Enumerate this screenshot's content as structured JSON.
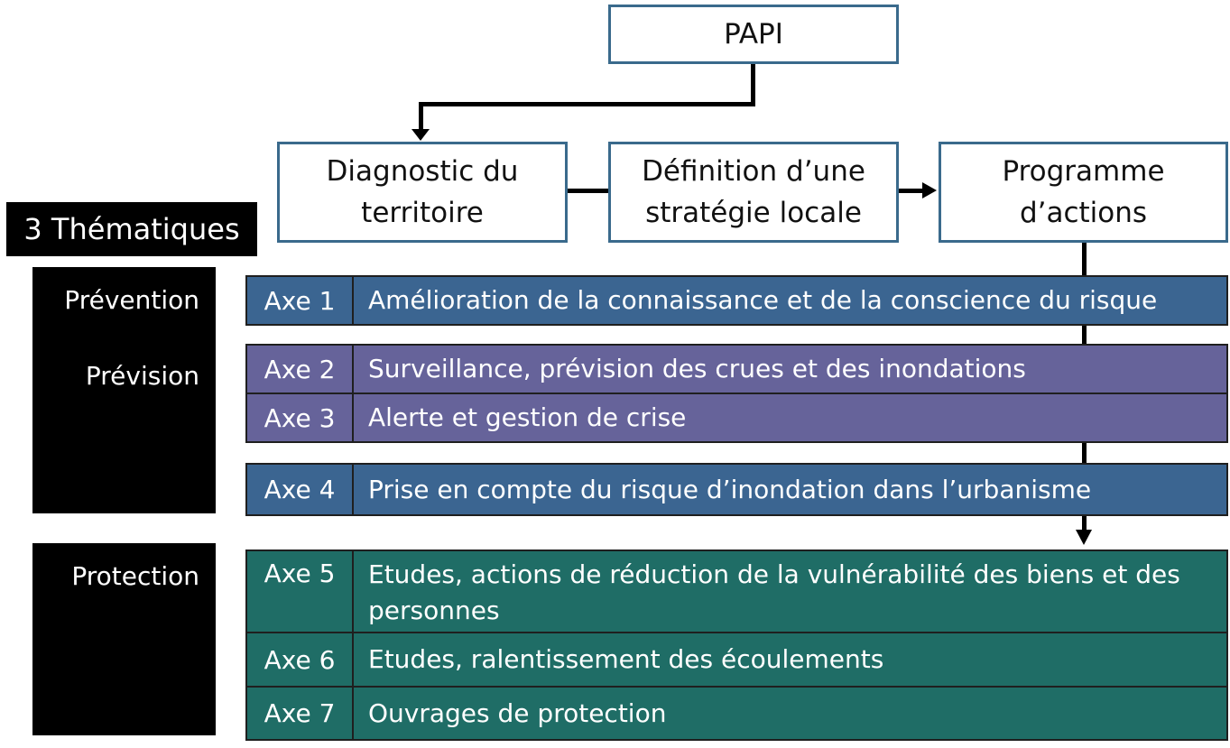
{
  "header": {
    "root": "PAPI",
    "steps": [
      "Diagnostic du territoire",
      "Définition d’une stratégie locale",
      "Programme d’actions"
    ]
  },
  "thematiques": {
    "title": "3 Thématiques",
    "groups": [
      "Prévention",
      "Prévision",
      "Protection"
    ]
  },
  "axes": [
    {
      "num": "Axe 1",
      "text": "Amélioration de la connaissance et de la conscience du risque"
    },
    {
      "num": "Axe 2",
      "text": "Surveillance, prévision des crues et des inondations"
    },
    {
      "num": "Axe 3",
      "text": "Alerte et gestion de crise"
    },
    {
      "num": "Axe 4",
      "text": "Prise en compte du risque d’inondation dans l’urbanisme"
    },
    {
      "num": "Axe 5",
      "text": "Etudes, actions de réduction de la vulnérabilité des biens et des personnes"
    },
    {
      "num": "Axe 6",
      "text": "Etudes, ralentissement des écoulements"
    },
    {
      "num": "Axe 7",
      "text": "Ouvrages de protection"
    }
  ],
  "colors": {
    "box_border": "#3a6a8c",
    "blue": "#3b6591",
    "purple": "#66639a",
    "green": "#1f6d66"
  }
}
